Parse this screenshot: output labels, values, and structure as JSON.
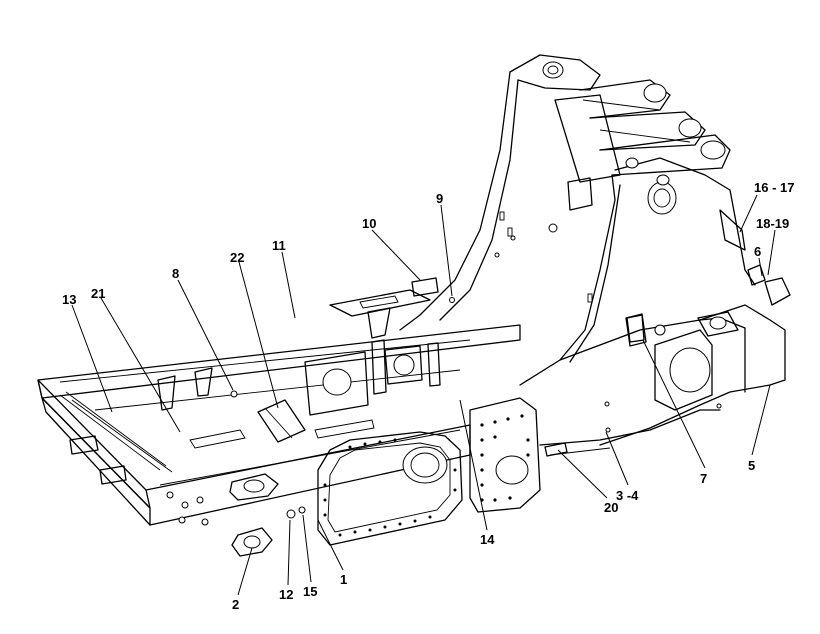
{
  "figure": {
    "callouts": [
      {
        "id": "c1",
        "label": "1"
      },
      {
        "id": "c2",
        "label": "2"
      },
      {
        "id": "c3",
        "label": "3 -4"
      },
      {
        "id": "c5",
        "label": "5"
      },
      {
        "id": "c6",
        "label": "6"
      },
      {
        "id": "c7",
        "label": "7"
      },
      {
        "id": "c8",
        "label": "8"
      },
      {
        "id": "c9",
        "label": "9"
      },
      {
        "id": "c10",
        "label": "10"
      },
      {
        "id": "c11",
        "label": "11"
      },
      {
        "id": "c12",
        "label": "12"
      },
      {
        "id": "c13",
        "label": "13"
      },
      {
        "id": "c14",
        "label": "14"
      },
      {
        "id": "c15",
        "label": "15"
      },
      {
        "id": "c16",
        "label": "16 - 17"
      },
      {
        "id": "c18",
        "label": "18-19"
      },
      {
        "id": "c20",
        "label": "20"
      },
      {
        "id": "c21",
        "label": "21"
      },
      {
        "id": "c22",
        "label": "22"
      }
    ]
  }
}
